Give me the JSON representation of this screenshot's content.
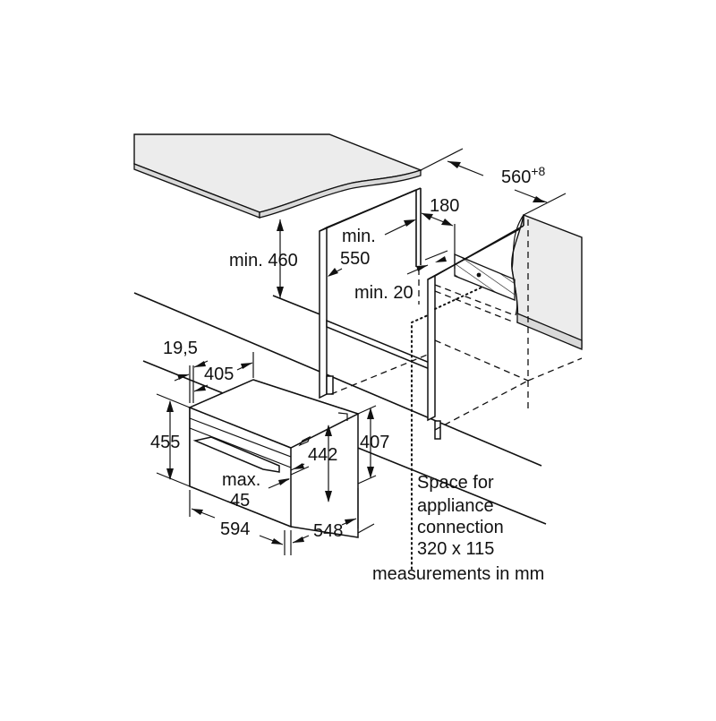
{
  "diagram": {
    "type": "installation-dimension-drawing",
    "subject": "built-in compact oven installation in tall cabinet",
    "dimensions": {
      "cabinet_depth": {
        "value": "560",
        "tolerance": "+8"
      },
      "rear_ventilation_gap": "180",
      "cavity_height": {
        "prefix": "min.",
        "value": "460"
      },
      "cabinet_internal_depth": {
        "prefix": "min.",
        "value": "550"
      },
      "side_clearance": {
        "prefix": "min.",
        "value": "20"
      },
      "front_panel_offset": "19,5",
      "front_depth_top": "405",
      "appliance_height": "455",
      "appliance_internal_height": "442",
      "appliance_rear_height": "407",
      "handle_projection": {
        "prefix": "max.",
        "value": "45"
      },
      "appliance_width": "594",
      "appliance_depth": "548"
    },
    "labels": {
      "connection_space": [
        "Space for",
        "appliance",
        "connection",
        "320 x 115"
      ],
      "units_note": "measurements in mm"
    },
    "colors": {
      "line": "#111111",
      "worktop_surface": "#ececec",
      "worktop_edge": "#d9d9d9",
      "background": "#ffffff"
    }
  }
}
